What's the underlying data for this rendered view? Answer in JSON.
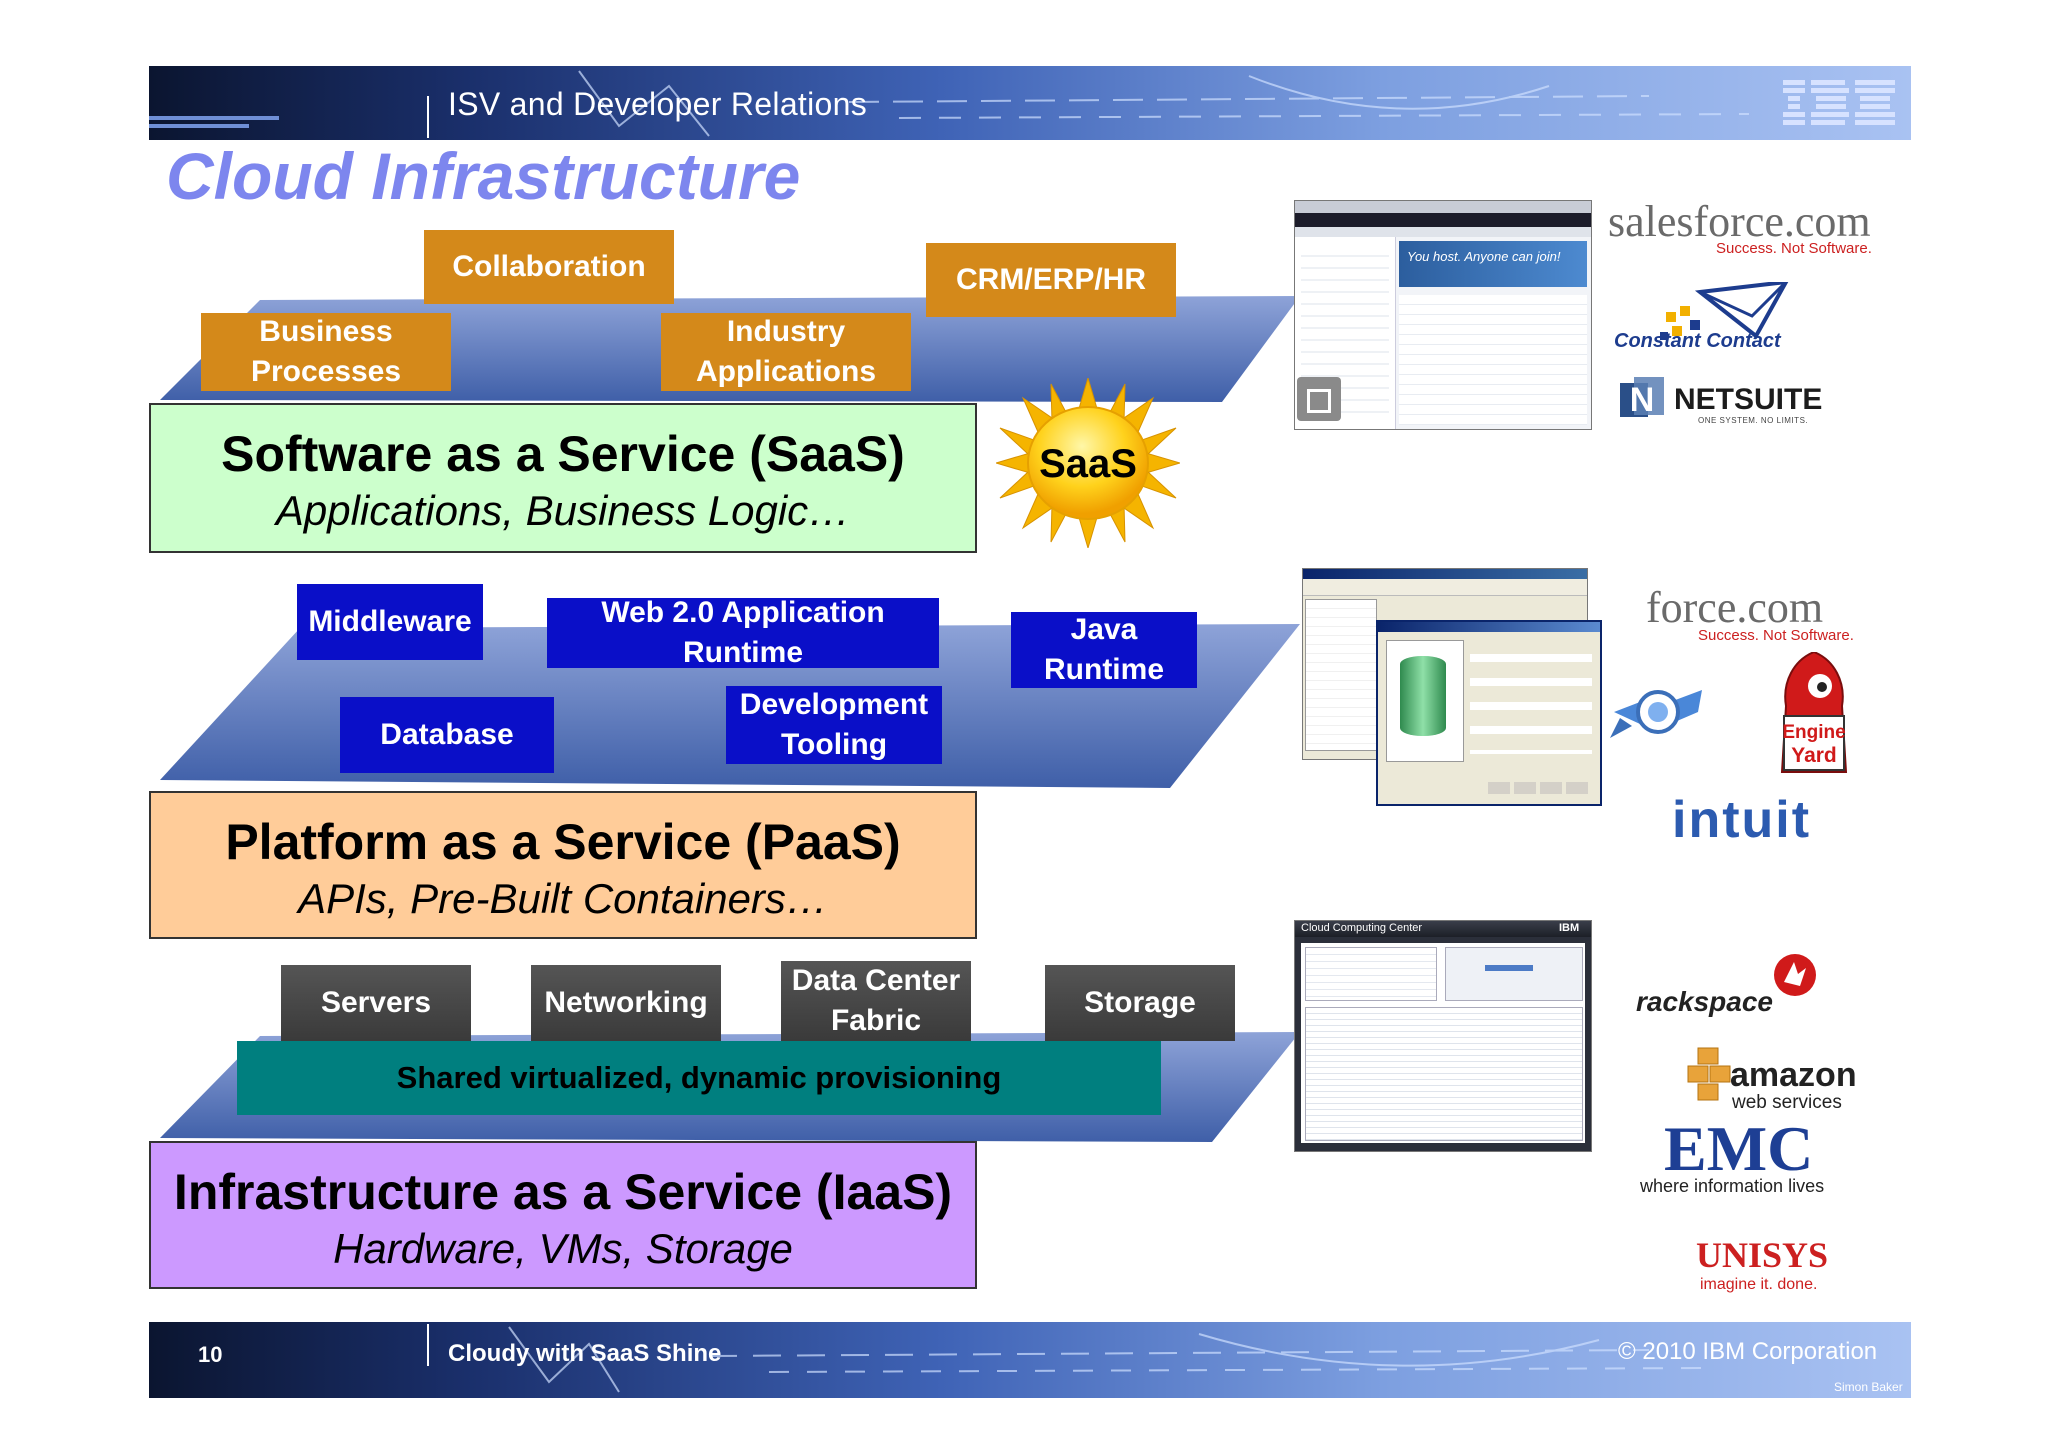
{
  "header": {
    "title": "ISV and Developer Relations",
    "brand": "IBM"
  },
  "slide_title": "Cloud Infrastructure",
  "saas": {
    "tiles": [
      "Collaboration",
      "CRM/ERP/HR",
      "Business Processes",
      "Industry Applications"
    ],
    "box_title": "Software as a Service (SaaS)",
    "box_subtitle": "Applications, Business Logic…",
    "sun_label": "SaaS",
    "screenshot_banner": "You host. Anyone can join!",
    "logos": {
      "salesforce": "salesforce.com",
      "salesforce_tag": "Success. Not Software.",
      "constant_contact": "Constant Contact",
      "netsuite": "NETSUITE",
      "netsuite_tag": "ONE SYSTEM. NO LIMITS."
    }
  },
  "paas": {
    "tiles": [
      "Middleware",
      "Web 2.0 Application Runtime",
      "Java Runtime",
      "Database",
      "Development Tooling"
    ],
    "box_title": "Platform as a Service (PaaS)",
    "box_subtitle": "APIs, Pre-Built Containers…",
    "logos": {
      "force": "force.com",
      "force_tag": "Success. Not Software.",
      "engine_yard": "Engine Yard",
      "intuit": "intuit"
    }
  },
  "iaas": {
    "tiles": [
      "Servers",
      "Networking",
      "Data Center Fabric",
      "Storage"
    ],
    "bar": "Shared virtualized, dynamic provisioning",
    "box_title": "Infrastructure as a Service (IaaS)",
    "box_subtitle": "Hardware, VMs, Storage",
    "screenshot_title": "Cloud Computing Center",
    "screenshot_brand": "IBM",
    "logos": {
      "rackspace": "rackspace",
      "amazon": "amazon",
      "amazon_sub": "web services",
      "emc": "EMC",
      "emc_tag": "where information lives",
      "unisys": "UNISYS",
      "unisys_tag": "imagine it. done."
    }
  },
  "footer": {
    "page": "10",
    "title": "Cloudy with SaaS Shine",
    "copyright": "© 2010 IBM Corporation",
    "author": "Simon Baker"
  },
  "colors": {
    "title": "#7d86ee",
    "orange": "#d4891a",
    "blue": "#0a0fc8",
    "saas_box": "#ccffcc",
    "paas_box": "#ffcc99",
    "iaas_box": "#cc99ff",
    "teal": "#007f7f"
  }
}
